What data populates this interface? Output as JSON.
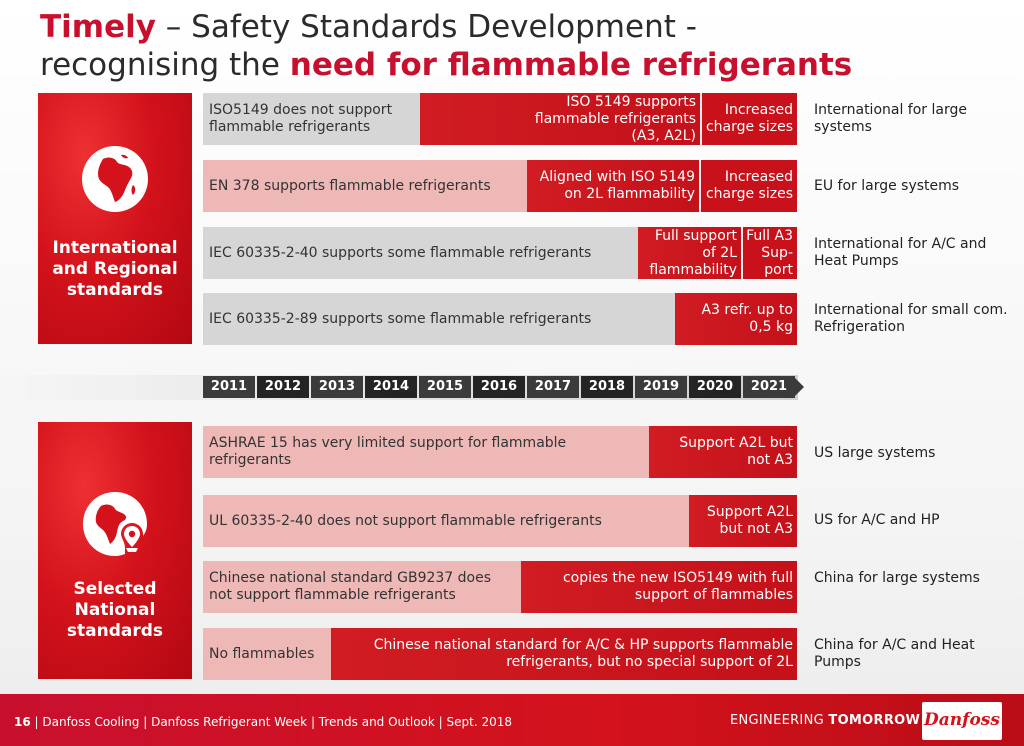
{
  "title": {
    "line1_red": "Timely",
    "line1_rest": " – Safety Standards Development -",
    "line2_plain": "recognising the ",
    "line2_red": "need for flammable refrigerants"
  },
  "sections": {
    "international": {
      "label": "International and Regional standards",
      "icon": "globe-africa-icon"
    },
    "national": {
      "label": "Selected National standards",
      "icon": "globe-location-pin-icon"
    }
  },
  "international_rows": [
    {
      "segments": [
        {
          "text": "ISO5149 does not support flammable refrigerants"
        },
        {
          "text": "ISO 5149 supports flammable refrigerants (A3, A2L)"
        },
        {
          "text": "Increased charge sizes"
        }
      ],
      "note": "International for large systems"
    },
    {
      "segments": [
        {
          "text": "EN 378 supports flammable refrigerants"
        },
        {
          "text": "Aligned with ISO 5149 on 2L flammability"
        },
        {
          "text": "Increased charge sizes"
        }
      ],
      "note": "EU for large systems"
    },
    {
      "segments": [
        {
          "text": "IEC 60335-2-40 supports some flammable refrigerants"
        },
        {
          "text": "Full support of 2L flammability"
        },
        {
          "text": "Full A3 Sup-port"
        }
      ],
      "note": "International for A/C and Heat Pumps"
    },
    {
      "segments": [
        {
          "text": "IEC 60335-2-89 supports some flammable refrigerants"
        },
        {
          "text": "A3 refr. up to 0,5 kg"
        }
      ],
      "note": "International for small com. Refrigeration"
    }
  ],
  "timeline": [
    "2011",
    "2012",
    "2013",
    "2014",
    "2015",
    "2016",
    "2017",
    "2018",
    "2019",
    "2020",
    "2021"
  ],
  "national_rows": [
    {
      "segments": [
        {
          "text": "ASHRAE 15 has very limited support for flammable refrigerants"
        },
        {
          "text": "Support A2L but not A3"
        }
      ],
      "note": "US large systems"
    },
    {
      "segments": [
        {
          "text": "UL 60335-2-40 does not support flammable refrigerants"
        },
        {
          "text": "Support A2L but not A3"
        }
      ],
      "note": "US for A/C and HP"
    },
    {
      "segments": [
        {
          "text": "Chinese national standard GB9237 does not support flammable refrigerants"
        },
        {
          "text": "copies the new ISO5149 with full support of flammables"
        }
      ],
      "note": "China for large systems"
    },
    {
      "segments": [
        {
          "text": "No flammables"
        },
        {
          "text": "Chinese national standard for A/C & HP supports flammable refrigerants, but no special support of 2L"
        }
      ],
      "note": "China for A/C and Heat Pumps"
    }
  ],
  "footer": {
    "page_number": "16",
    "separator": " | ",
    "text": "Danfoss Cooling | Danfoss Refrigerant Week | Trends and Outlook | Sept. 2018",
    "tagline_plain": "ENGINEERING ",
    "tagline_bold": "TOMORROW",
    "logo": "Danfoss"
  },
  "colors": {
    "brand_red": "#c8102e",
    "bar_gray": "#d6d6d6",
    "bar_pink": "#eeb8b6",
    "bar_red": "#c8111b",
    "timeline_dark": "#3b3b3b"
  }
}
